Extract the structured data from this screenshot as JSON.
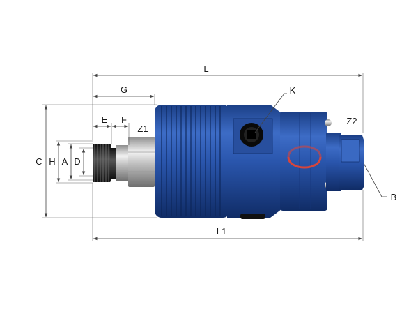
{
  "labels": {
    "L": "L",
    "L1": "L1",
    "G": "G",
    "K": "K",
    "E": "E",
    "F": "F",
    "Z1": "Z1",
    "Z2": "Z2",
    "C": "C",
    "H": "H",
    "A": "A",
    "D": "D",
    "B": "B"
  },
  "colors": {
    "body_blue": "#2d56a8",
    "body_dark": "#173a7a",
    "metal": "#c9c9c9",
    "ring_red": "#d6453c"
  }
}
